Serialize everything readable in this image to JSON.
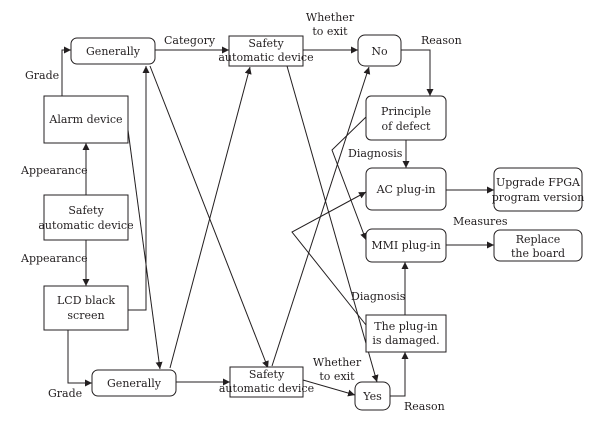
{
  "nodes": {
    "generally_top": "Generally",
    "safety_top": [
      "Safety",
      "automatic device"
    ],
    "no": "No",
    "alarm": "Alarm device",
    "principle": [
      "Principle",
      "of defect"
    ],
    "ac_plugin": "AC plug-in",
    "upgrade": [
      "Upgrade FPGA",
      "program version"
    ],
    "safety_mid": [
      "Safety",
      "automatic device"
    ],
    "mmi_plugin": "MMI plug-in",
    "replace": [
      "Replace",
      "the board"
    ],
    "lcd": [
      "LCD black",
      "screen"
    ],
    "damaged": [
      "The plug-in",
      "is damaged."
    ],
    "generally_bottom": "Generally",
    "safety_bottom": [
      "Safety",
      "automatic device"
    ],
    "yes": "Yes"
  },
  "edge_labels": {
    "category": "Category",
    "whether_exit_top": [
      "Whether",
      "to exit"
    ],
    "reason_top": "Reason",
    "grade_top": "Grade",
    "appearance_top": "Appearance",
    "appearance_bottom": "Appearance",
    "diagnosis_upper": "Diagnosis",
    "measures": "Measures",
    "diagnosis_lower": "Diagnosis",
    "whether_exit_bottom": [
      "Whether",
      "to exit"
    ],
    "grade_bottom": "Grade",
    "reason_bottom": "Reason"
  }
}
